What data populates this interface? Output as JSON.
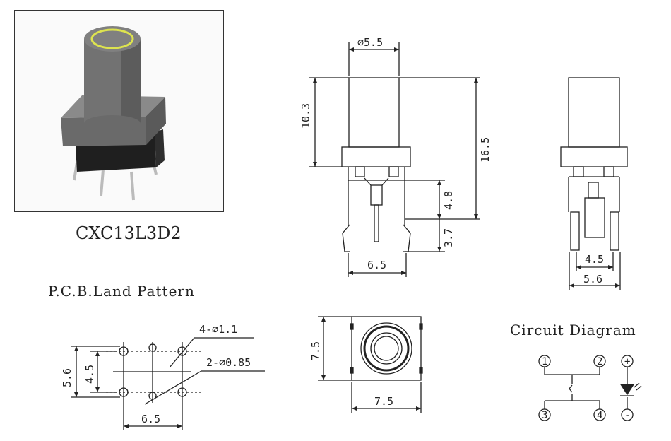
{
  "model_name": "CXC13L3D2",
  "pcb_title": "P.C.B.Land Pattern",
  "circuit_title": "Circuit Diagram",
  "front_view": {
    "diameter": "⌀5.5",
    "height_cap": "10.3",
    "height_total": "16.5",
    "pin_upper": "4.8",
    "pin_lower": "3.7",
    "pin_span": "6.5"
  },
  "side_view": {
    "inner_span": "4.5",
    "outer_span": "5.6"
  },
  "top_view": {
    "height": "7.5",
    "width": "7.5"
  },
  "pcb": {
    "holes_large": "4-⌀1.1",
    "holes_small": "2-⌀0.85",
    "span_outer": "5.6",
    "span_inner": "4.5",
    "span_width": "6.5"
  },
  "circuit": {
    "pins": [
      "1",
      "2",
      "3",
      "4"
    ],
    "plus": "+",
    "minus": "-"
  },
  "colors": {
    "cap": "#6e6e6e",
    "cap_dark": "#4e4e4e",
    "ring": "#d9e04a",
    "base": "#2a2a2a",
    "line": "#222222"
  }
}
